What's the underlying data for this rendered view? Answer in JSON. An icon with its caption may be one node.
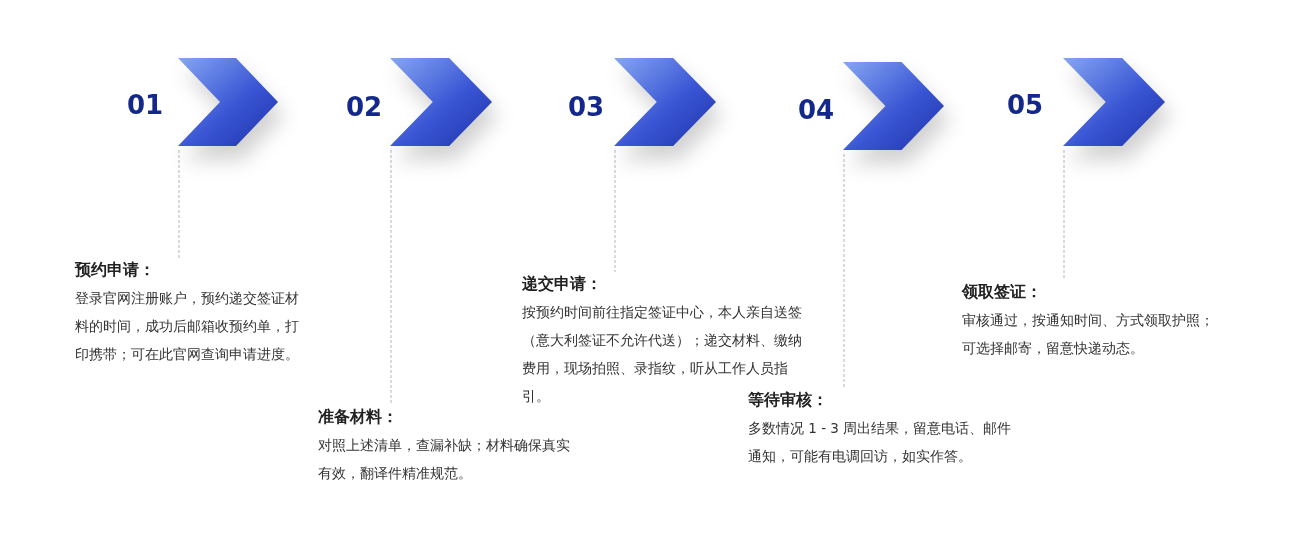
{
  "diagram": {
    "nodes": [
      {
        "text": [],
        "shape": "chevron",
        "beside": [
          "01"
        ]
      },
      {
        "text": [
          "预约申请：",
          "登录官网注册账户，预约递交签证材料的时间，成功后邮箱收预约单，打印携带；可在此官网查询申请进度。"
        ]
      },
      {
        "text": [],
        "shape": "chevron",
        "beside": [
          "02"
        ]
      },
      {
        "text": [
          "准备材料：",
          "对照上述清单，查漏补缺；材料确保真实有效，翻译件精准规范。"
        ]
      },
      {
        "text": [],
        "shape": "chevron",
        "beside": [
          "03"
        ]
      },
      {
        "text": [
          "递交申请：",
          "按预约时间前往指定签证中心，本人亲自送签（意大利签证不允许代送）；递交材料、缴纳费用，现场拍照、录指纹，听从工作人员指引。"
        ]
      },
      {
        "text": [],
        "shape": "chevron",
        "beside": [
          "04"
        ]
      },
      {
        "text": [
          "等待审核：",
          "多数情况 1 - 3 周出结果，留意电话、邮件通知，可能有电调回访，如实作答。"
        ]
      },
      {
        "text": [],
        "shape": "chevron",
        "beside": [
          "05"
        ]
      },
      {
        "text": [
          "领取签证：",
          "审核通过，按通知时间、方式领取护照；可选择邮寄，留意快递动态。"
        ]
      }
    ],
    "edges": [
      {
        "from": 0,
        "to": 1,
        "arrow": "none",
        "style": "dashed"
      },
      {
        "from": 2,
        "to": 3,
        "arrow": "none",
        "style": "dashed"
      },
      {
        "from": 4,
        "to": 5,
        "arrow": "none",
        "style": "dashed"
      },
      {
        "from": 6,
        "to": 7,
        "arrow": "none",
        "style": "dashed"
      },
      {
        "from": 8,
        "to": 9,
        "arrow": "none",
        "style": "dashed"
      }
    ]
  }
}
